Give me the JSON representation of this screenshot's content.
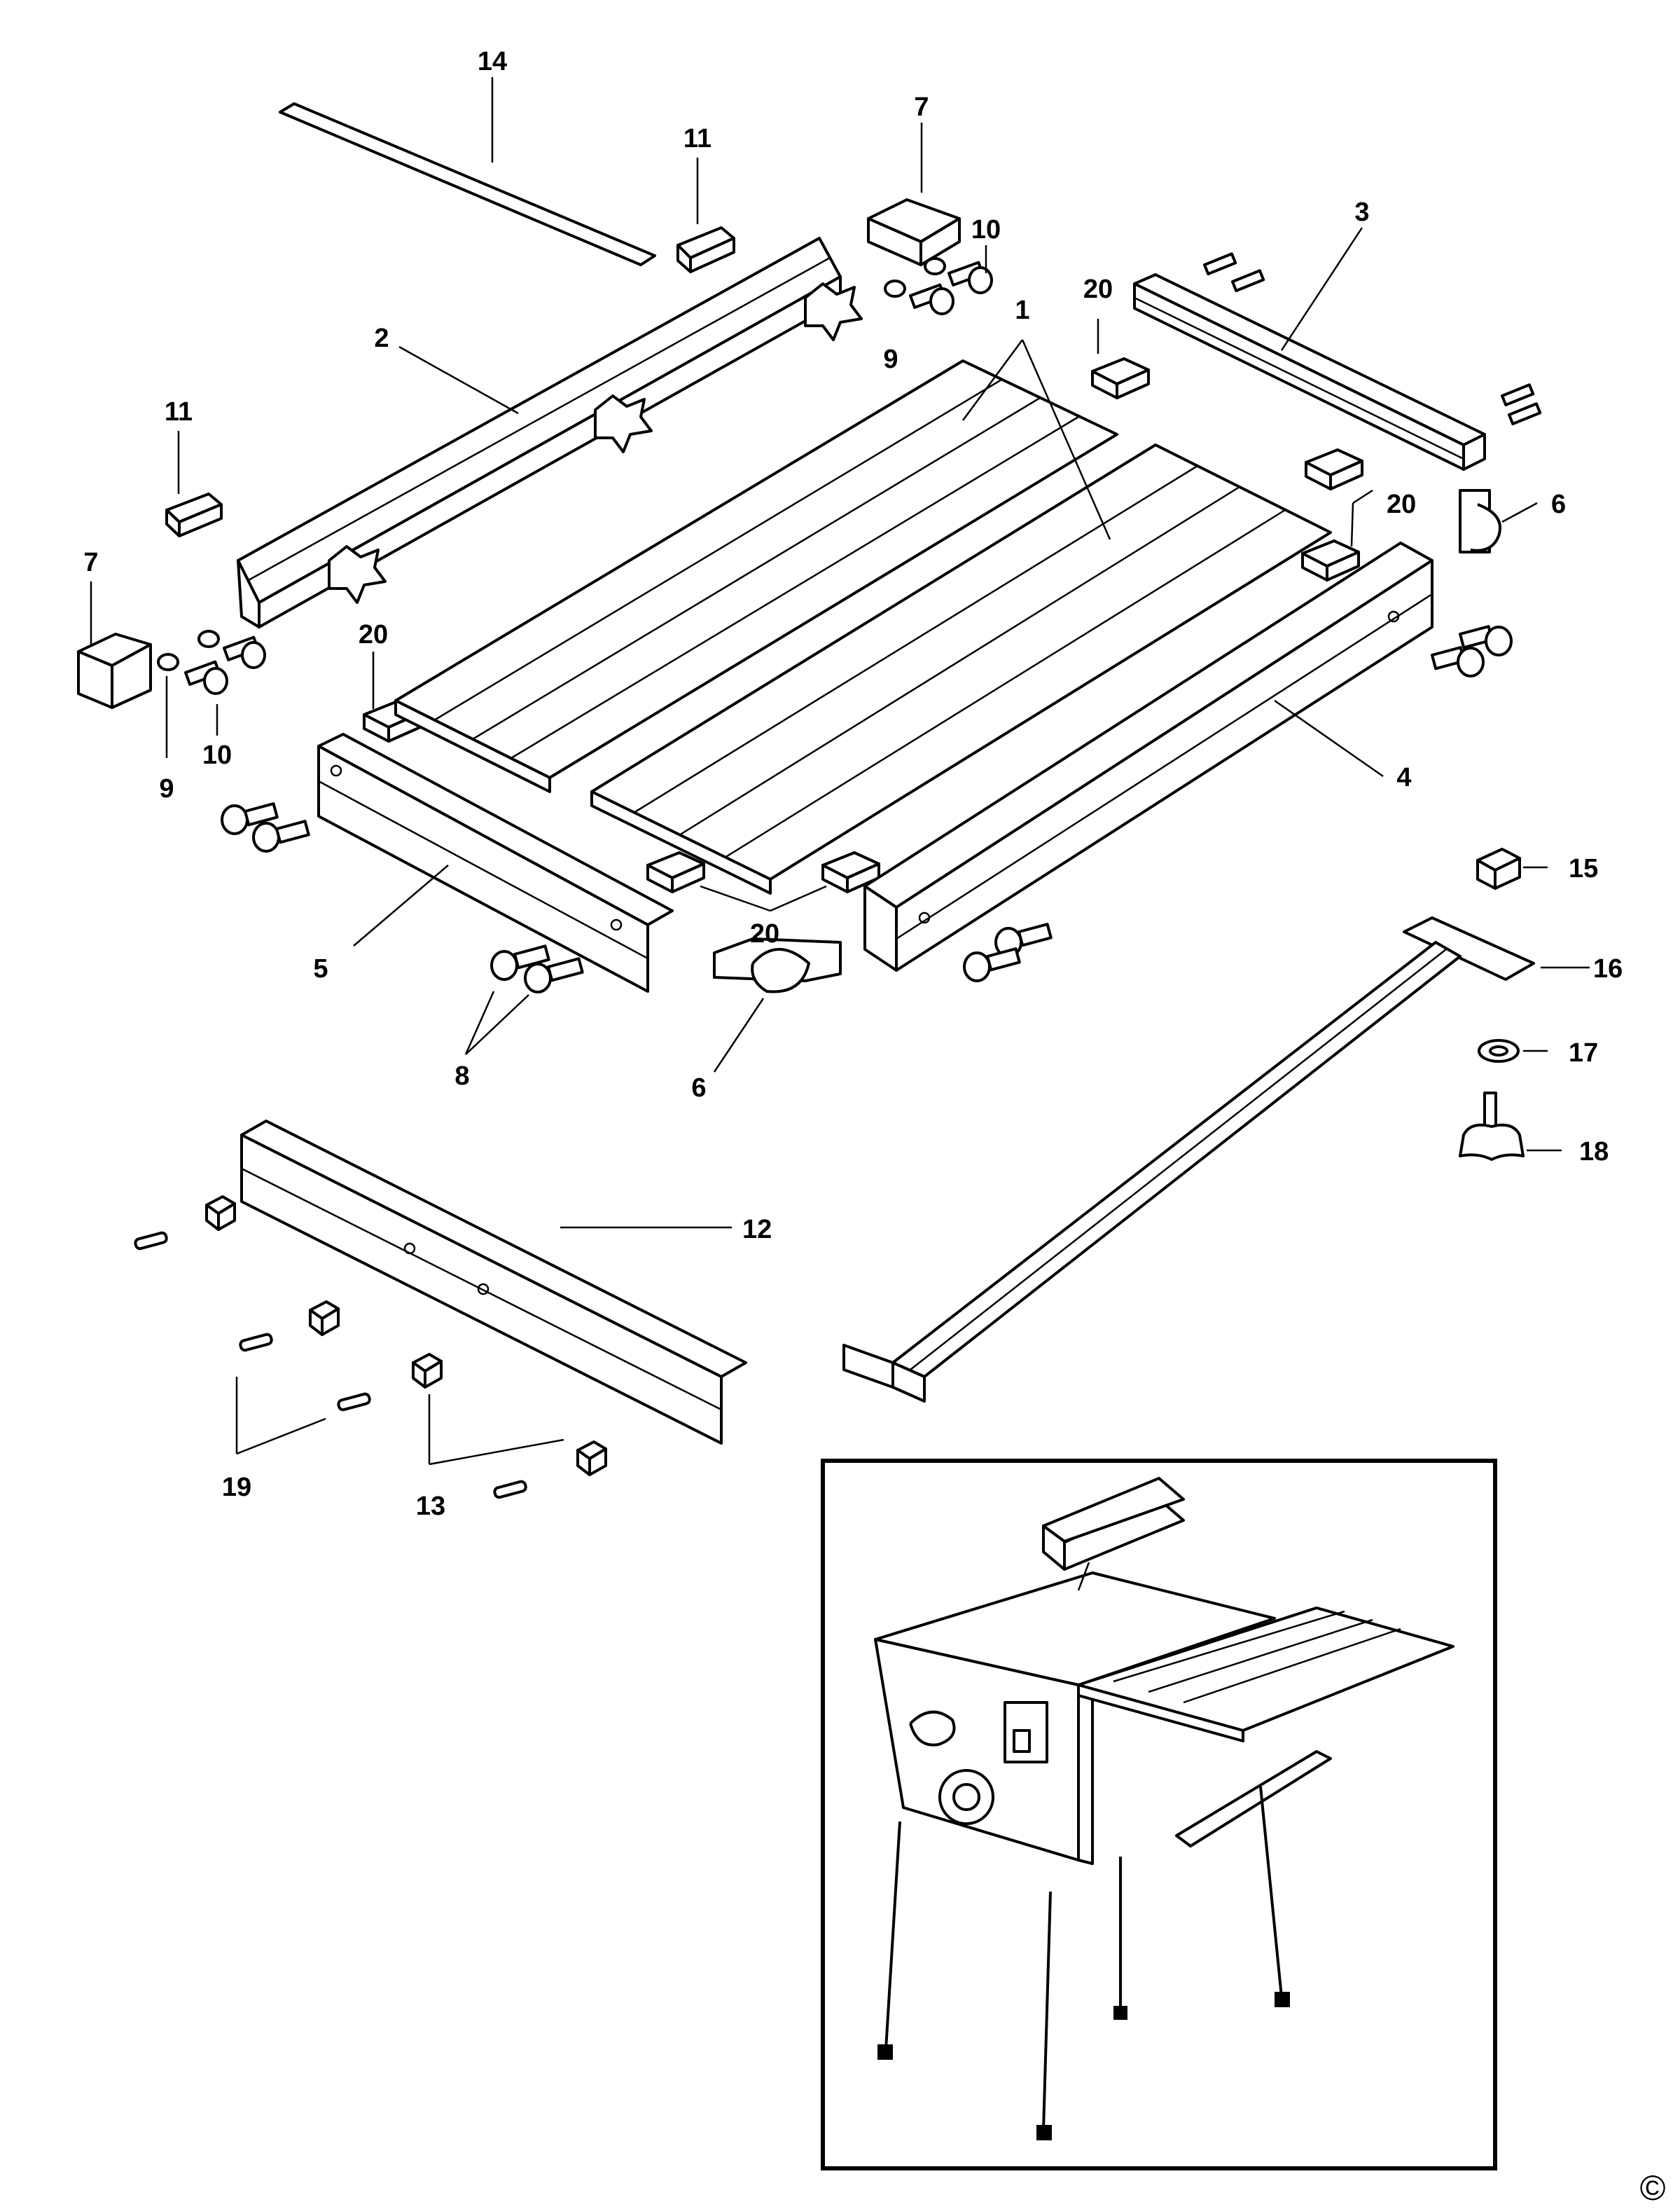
{
  "callouts": [
    {
      "id": "c1a",
      "text": "1"
    },
    {
      "id": "c2",
      "text": "2"
    },
    {
      "id": "c3",
      "text": "3"
    },
    {
      "id": "c4",
      "text": "4"
    },
    {
      "id": "c5",
      "text": "5"
    },
    {
      "id": "c6a",
      "text": "6"
    },
    {
      "id": "c6b",
      "text": "6"
    },
    {
      "id": "c7a",
      "text": "7"
    },
    {
      "id": "c7b",
      "text": "7"
    },
    {
      "id": "c8",
      "text": "8"
    },
    {
      "id": "c9a",
      "text": "9"
    },
    {
      "id": "c9b",
      "text": "9"
    },
    {
      "id": "c10a",
      "text": "10"
    },
    {
      "id": "c10b",
      "text": "10"
    },
    {
      "id": "c11a",
      "text": "11"
    },
    {
      "id": "c11b",
      "text": "11"
    },
    {
      "id": "c12",
      "text": "12"
    },
    {
      "id": "c13",
      "text": "13"
    },
    {
      "id": "c14",
      "text": "14"
    },
    {
      "id": "c15",
      "text": "15"
    },
    {
      "id": "c16",
      "text": "16"
    },
    {
      "id": "c17",
      "text": "17"
    },
    {
      "id": "c18",
      "text": "18"
    },
    {
      "id": "c19",
      "text": "19"
    },
    {
      "id": "c20a",
      "text": "20"
    },
    {
      "id": "c20b",
      "text": "20"
    },
    {
      "id": "c20c",
      "text": "20"
    },
    {
      "id": "c20d",
      "text": "20"
    }
  ],
  "copyright_mark": "©"
}
